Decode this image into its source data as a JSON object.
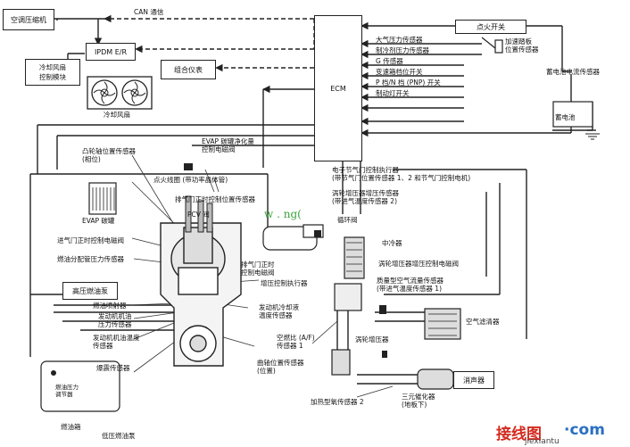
{
  "title_top": "CAN 通信",
  "boxes": {
    "ac_compressor": "空调压缩机",
    "ipdm": "IPDM E/R",
    "cooling_fan_module": "冷却风扇\n控制模块",
    "combination_meter": "组合仪表",
    "ecm": "ECM",
    "ignition_switch": "点火开关",
    "battery": "蓄电池",
    "hp_fuel_pump": "高压燃油泵",
    "muffler": "消声器"
  },
  "labels": {
    "cooling_fan": "冷却风扇",
    "evap_canister": "EVAP 碳罐",
    "camshaft_sensor": "凸轮轴位置传感器\n(相位)",
    "evap_purge": "EVAP 碳罐净化量\n控制电磁阀",
    "ignition_coil": "点火线圈 (带功率晶体管)",
    "exhaust_timing_sensor": "排气门正时控制位置传感器",
    "pcv_valve": "PCV 阀",
    "intake_timing_solenoid": "进气门正时控制电磁阀",
    "fuel_rail_pressure": "燃油分配管压力传感器",
    "exhaust_timing_solenoid": "排气门正时\n控制电磁阀",
    "boost_actuator": "增压控制执行器",
    "fuel_injector": "燃油喷射器",
    "oil_pressure": "发动机机油\n压力传感器",
    "oil_temp": "发动机机油温度\n传感器",
    "knock_sensor": "爆震传感器",
    "fuel_pressure_regulator": "燃油压力\n调节器",
    "fuel_tank": "燃油箱",
    "lp_fuel_pump": "低压燃油泵",
    "coolant_temp": "发动机冷却液\n温度传感器",
    "crank_sensor": "曲轴位置传感器\n(位置)",
    "af_sensor": "空燃比 (A/F)\n传感器 1",
    "turbocharger": "涡轮增压器",
    "heated_o2": "加热型氧传感器 2",
    "catalyst": "三元催化器\n(地板下)",
    "electronic_throttle": "电子节气门控制执行器\n(带节气门位置传感器 1、2 和节气门控制电机)",
    "turbo_boost_sensor": "涡轮增压器增压传感器\n(带进气温度传感器 2)",
    "recirc_valve": "循环阀",
    "intercooler": "中冷器",
    "boost_solenoid": "涡轮增压器增压控制电磁阀",
    "maf_sensor": "质量型空气流量传感器\n(带进气温度传感器 1)",
    "air_cleaner": "空气滤清器",
    "accel_pedal": "加速踏板\n位置传感器",
    "battery_current": "蓄电池电流传感器"
  },
  "ecm_inputs": [
    "大气压力传感器",
    "制冷剂压力传感器",
    "G 传感器",
    "变速箱档位开关",
    "P 档/N 档 (PNP) 开关",
    "制动灯开关"
  ],
  "watermark": {
    "mid": "w  .  ng(",
    "brand": "接线图",
    "url": "jiexiantu",
    "dot": "·com"
  }
}
